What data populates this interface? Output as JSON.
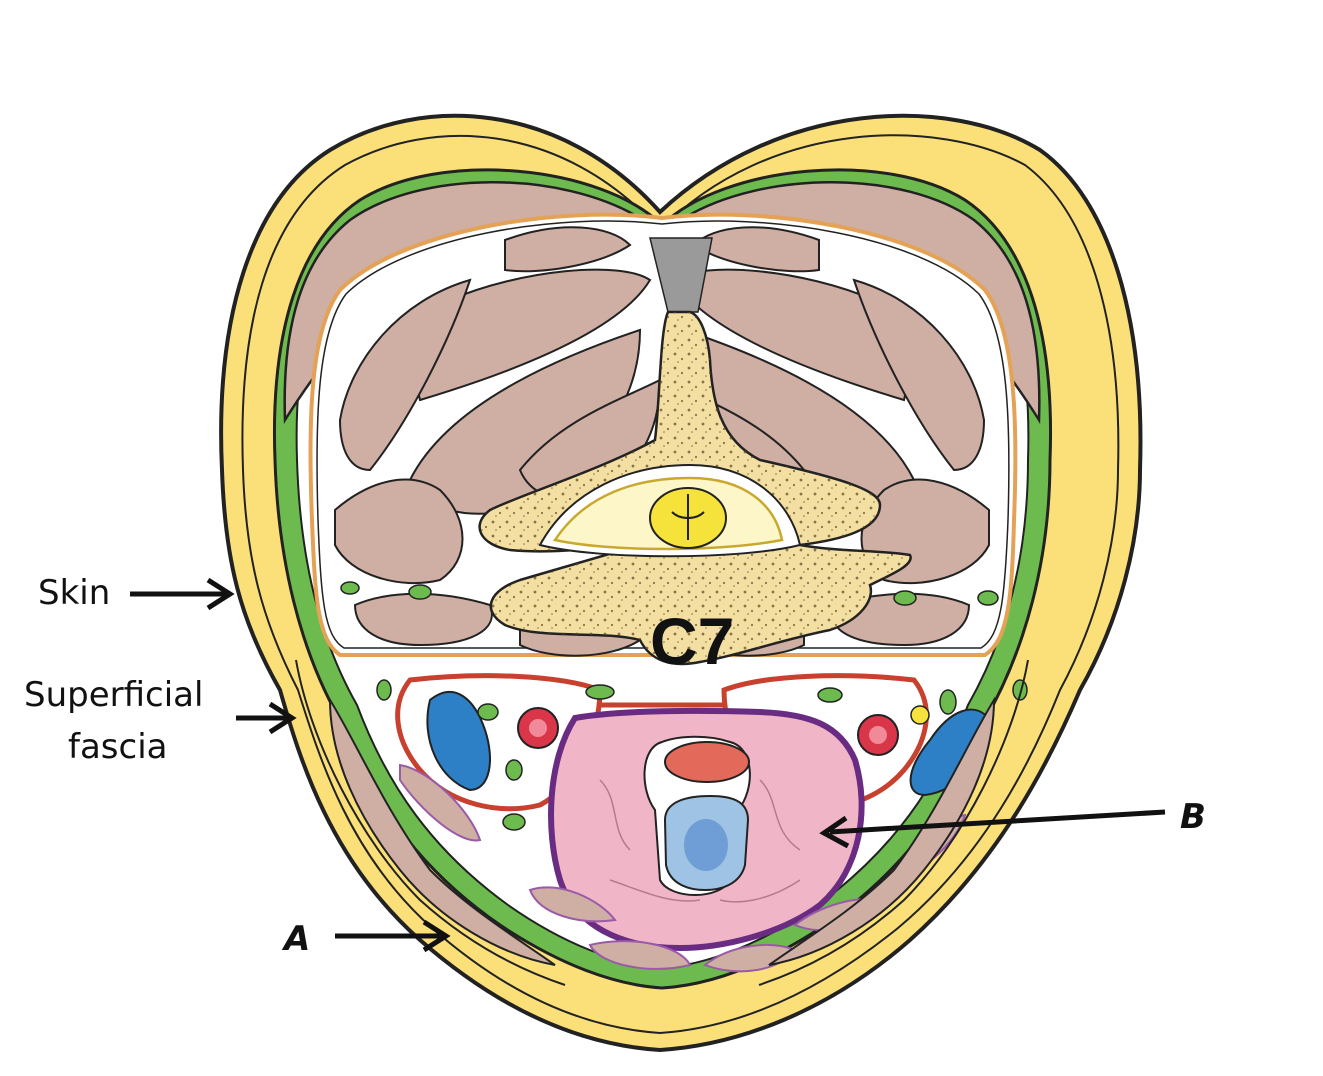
{
  "diagram": {
    "vertebra_label": "C7",
    "labels": {
      "skin": "Skin",
      "superficial_fascia_line1": "Superficial",
      "superficial_fascia_line2": "fascia",
      "a": "A",
      "b": "B"
    },
    "colors": {
      "skin_fat": "#fbe07a",
      "fascia": "#6dbb4f",
      "muscle": "#cfaea4",
      "bone": "#f3dfa2",
      "cord": "#f5e23a",
      "vein": "#2d7fc6",
      "artery": "#d9364a",
      "carotid_sheath": "#c8412f",
      "pretracheal": "#6a2c82",
      "thyroid": "#f0b6c8",
      "esophagus": "#e36a5a",
      "trachea": "#9ec3e4",
      "investing": "#e4a256"
    },
    "icons": [
      "arrow-right-icon",
      "arrow-left-icon"
    ]
  }
}
